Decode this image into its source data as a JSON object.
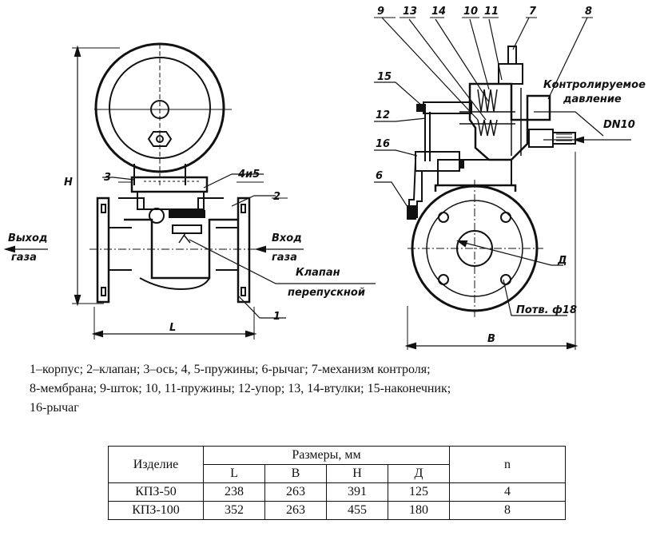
{
  "drawing": {
    "left_view": {
      "outlet_label": [
        "Выход",
        "газа"
      ],
      "inlet_label": [
        "Вход",
        "газа"
      ],
      "valve_label": [
        "Клапан",
        "перепускной"
      ],
      "dim_L": "L",
      "dim_H": "H",
      "callouts": [
        "3",
        "4и5",
        "2",
        "1"
      ]
    },
    "right_view": {
      "callouts_top": [
        "9",
        "13",
        "14",
        "10",
        "11",
        "7",
        "8"
      ],
      "callouts_left": [
        "15",
        "12",
        "16",
        "6"
      ],
      "control_label": [
        "Контролируемое",
        "давление"
      ],
      "dn_label": "DN10",
      "d_label": "Д",
      "holes_label": "Потв. ф18",
      "dim_B": "B"
    }
  },
  "caption": {
    "lines": [
      "1–корпус; 2–клапан; 3–ось; 4, 5-пружины; 6-рычаг; 7-механизм контроля;",
      "8-мембрана; 9-шток; 10, 11-пружины; 12-упор; 13, 14-втулки; 15-наконечник;",
      "16-рычаг"
    ]
  },
  "table": {
    "header_product": "Изделие",
    "header_sizes": "Размеры, мм",
    "header_n": "n",
    "subheaders": [
      "L",
      "B",
      "H",
      "Д"
    ],
    "rows": [
      {
        "product": "КПЗ-50",
        "L": "238",
        "B": "263",
        "H": "391",
        "D": "125",
        "n": "4"
      },
      {
        "product": "КПЗ-100",
        "L": "352",
        "B": "263",
        "H": "455",
        "D": "180",
        "n": "8"
      }
    ]
  }
}
